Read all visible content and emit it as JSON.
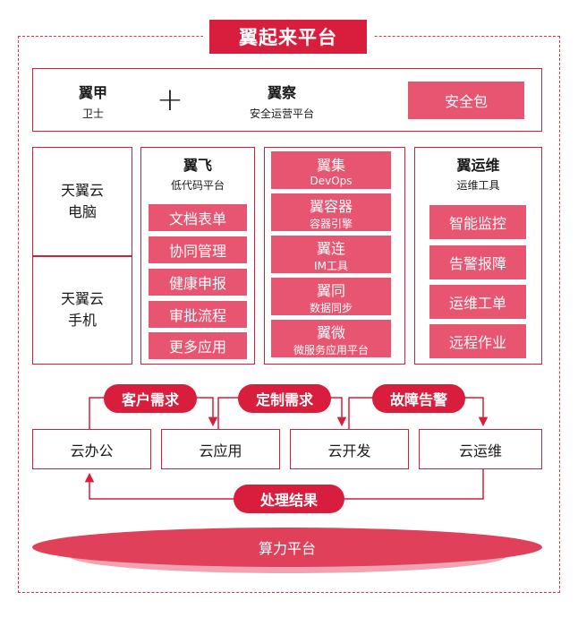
{
  "title": "翼起来平台",
  "top_row": {
    "yijia": {
      "name": "翼甲",
      "sub": "卫士"
    },
    "plus": "+",
    "yicha": {
      "name": "翼察",
      "sub": "安全运营平台"
    },
    "safety_pack": "安全包"
  },
  "devices": [
    "天翼云\n电脑",
    "天翼云\n手机"
  ],
  "yifei": {
    "name": "翼飞",
    "sub": "低代码平台",
    "items": [
      "文档表单",
      "协同管理",
      "健康申报",
      "审批流程",
      "更多应用"
    ]
  },
  "middle_stack": [
    {
      "name": "翼集",
      "sub": "DevOps"
    },
    {
      "name": "翼容器",
      "sub": "容器引擎"
    },
    {
      "name": "翼连",
      "sub": "IM工具"
    },
    {
      "name": "翼同",
      "sub": "数据同步"
    },
    {
      "name": "翼微",
      "sub": "微服务应用平台"
    }
  ],
  "yunwei": {
    "name": "翼运维",
    "sub": "运维工具",
    "items": [
      "智能监控",
      "告警报障",
      "运维工单",
      "远程作业"
    ]
  },
  "flow_pills": [
    "客户需求",
    "定制需求",
    "故障告警"
  ],
  "bottom_boxes": [
    "云办公",
    "云应用",
    "云开发",
    "云运维"
  ],
  "result_pill": "处理结果",
  "base": "算力平台",
  "colors": {
    "primary_red": "#d81e3c",
    "pink": "#e85570",
    "border": "#c8243b"
  }
}
